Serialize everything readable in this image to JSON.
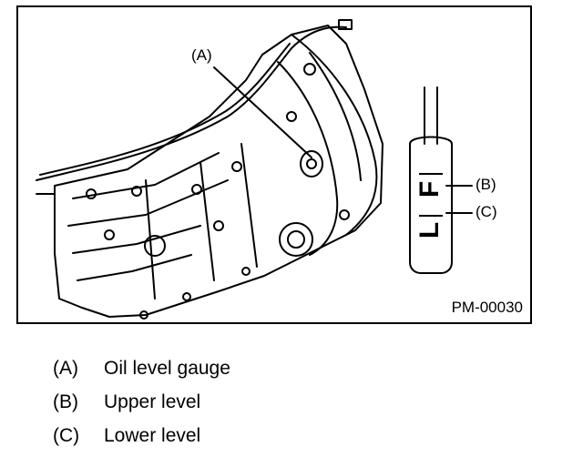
{
  "figure": {
    "callouts": {
      "a": "(A)",
      "b": "(B)",
      "c": "(C)"
    },
    "gauge_marks": {
      "upper": "F",
      "lower": "L"
    },
    "figure_id": "PM-00030"
  },
  "legend": [
    {
      "key": "(A)",
      "text": "Oil level gauge"
    },
    {
      "key": "(B)",
      "text": "Upper level"
    },
    {
      "key": "(C)",
      "text": "Lower level"
    }
  ]
}
